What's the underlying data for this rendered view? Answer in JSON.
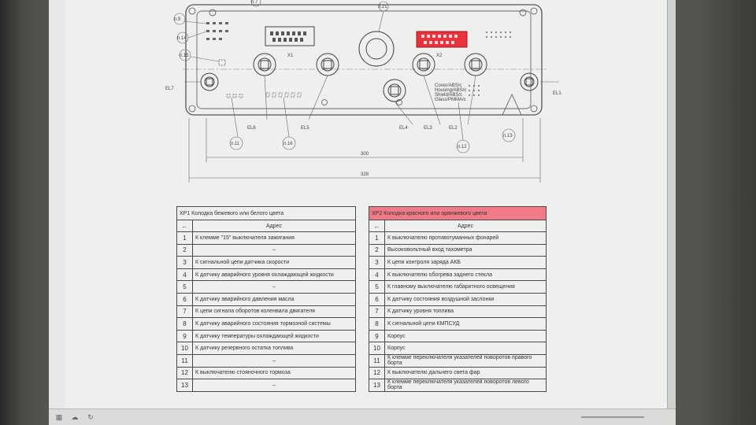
{
  "drawing": {
    "labels": {
      "p9": "п.9",
      "p14": "п.14",
      "p15": "п.15",
      "p11": "п.11",
      "p16": "п.16",
      "p12": "п.12",
      "p13": "п.13",
      "p21": "п.21",
      "p7": "п.7",
      "x1": "X1",
      "x2": "X2",
      "el1": "EL1",
      "el2": "EL2",
      "el3": "EL3",
      "el4": "EL4",
      "el5": "EL5",
      "el6": "EL6",
      "el7": "EL7",
      "dim_inner": "300",
      "dim_outer": "328"
    },
    "marking": [
      "Cover/ABS/c",
      "Housing/ABS/c",
      "Shield/ABS/c",
      "Glass/PMMA/c"
    ]
  },
  "table1": {
    "title": "ХР1 Колодка бежевого или белого цвета",
    "address_header": "Адрес",
    "rows": [
      {
        "n": "1",
        "text": "К клемме \"15\" выключателя зажигания"
      },
      {
        "n": "2",
        "text": "–"
      },
      {
        "n": "3",
        "text": "К сигнальной цепи датчика скорости"
      },
      {
        "n": "4",
        "text": "К датчику аварийного уровня охлаждающей жидкости"
      },
      {
        "n": "5",
        "text": "–"
      },
      {
        "n": "6",
        "text": "К датчику аварийного давления масла"
      },
      {
        "n": "7",
        "text": "К цепи сигнала оборотов коленвала двигателя"
      },
      {
        "n": "8",
        "text": "К датчику аварийного состояния тормозной системы"
      },
      {
        "n": "9",
        "text": "К датчику температуры охлаждающей жидкости"
      },
      {
        "n": "10",
        "text": "К датчику резервного остатка топлива"
      },
      {
        "n": "11",
        "text": "–"
      },
      {
        "n": "12",
        "text": "К выключателю стояночного тормоза"
      },
      {
        "n": "13",
        "text": "–"
      }
    ]
  },
  "table2": {
    "title": "ХР2 Колодка красного или оранжевого цвета",
    "address_header": "Адрес",
    "rows": [
      {
        "n": "1",
        "text": "К выключателю противотуманных фонарей"
      },
      {
        "n": "2",
        "text": "Высоковольтный вход тахометра"
      },
      {
        "n": "3",
        "text": "К цепи контроля заряда АКБ"
      },
      {
        "n": "4",
        "text": "К выключателю обогрева заднего стекла"
      },
      {
        "n": "5",
        "text": "К главному выключателю габаритного освещения"
      },
      {
        "n": "6",
        "text": "К датчику состояния воздушной заслонки"
      },
      {
        "n": "7",
        "text": "К датчику уровня топлива"
      },
      {
        "n": "8",
        "text": "К сигнальной цепи КМПСУД"
      },
      {
        "n": "9",
        "text": "Корпус"
      },
      {
        "n": "10",
        "text": "Корпус"
      },
      {
        "n": "11",
        "text": "К клемме переключателя указателей поворотов правого борта"
      },
      {
        "n": "12",
        "text": "К выключателю дальнего света фар"
      },
      {
        "n": "13",
        "text": "К клемме переключателя указателей поворотов левого борта"
      }
    ]
  },
  "colors": {
    "red_header": "#f07a86",
    "red_connector": "#e8323c"
  }
}
